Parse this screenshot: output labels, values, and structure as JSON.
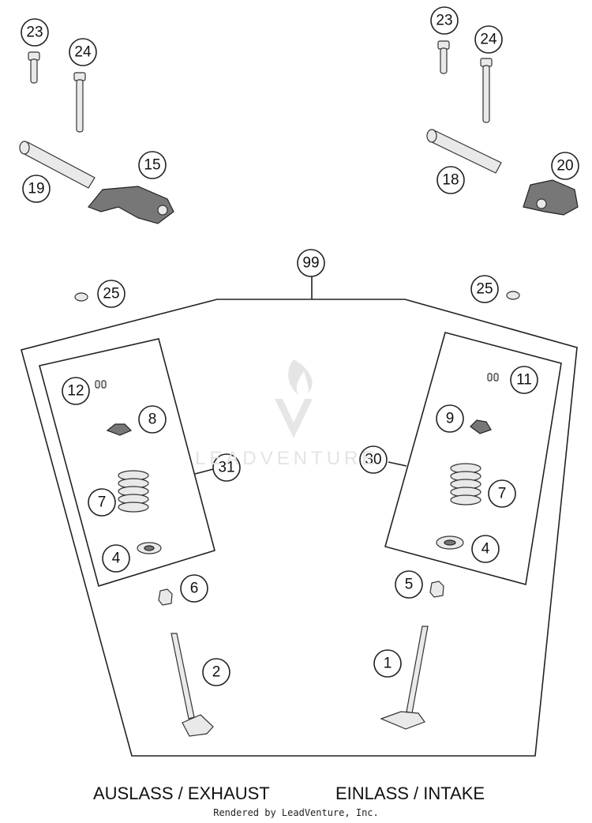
{
  "callouts": {
    "c23_left": "23",
    "c24_left": "24",
    "c15": "15",
    "c19": "19",
    "c23_right": "23",
    "c24_right": "24",
    "c18": "18",
    "c20": "20",
    "c99": "99",
    "c25_left": "25",
    "c25_right": "25",
    "c12": "12",
    "c8": "8",
    "c31": "31",
    "c7_left": "7",
    "c4_left": "4",
    "c6": "6",
    "c2": "2",
    "c11": "11",
    "c9": "9",
    "c30": "30",
    "c7_right": "7",
    "c4_right": "4",
    "c5": "5",
    "c1": "1"
  },
  "captions": {
    "exhaust": "AUSLASS / EXHAUST",
    "intake": "EINLASS / INTAKE"
  },
  "footer": "Rendered by LeadVenture, Inc.",
  "watermark": {
    "text": "LEADVENTURE"
  }
}
